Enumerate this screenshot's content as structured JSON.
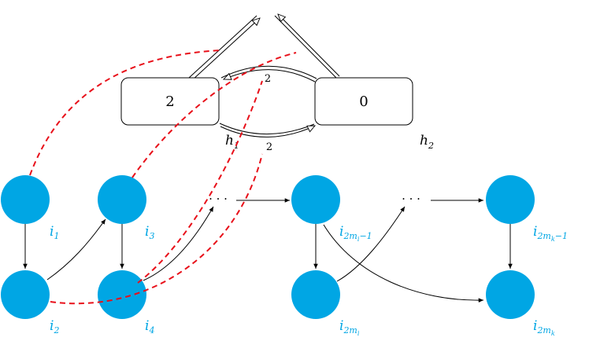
{
  "colors": {
    "node_fill": "#00a6e4",
    "node_label": "#00a6e4",
    "dashed": "#e8101a",
    "stroke": "#000000"
  },
  "boxes": [
    {
      "id": "box-left",
      "value": "2"
    },
    {
      "id": "box-right",
      "value": "0"
    }
  ],
  "heaps": {
    "h1": {
      "base": "h",
      "sub": "1"
    },
    "h2": {
      "base": "h",
      "sub": "2"
    }
  },
  "edge_labels": {
    "upper": "2",
    "lower": "2"
  },
  "nodes": [
    {
      "id": "i1",
      "base": "i",
      "sub": "1"
    },
    {
      "id": "i2",
      "base": "i",
      "sub": "2"
    },
    {
      "id": "i3",
      "base": "i",
      "sub": "3"
    },
    {
      "id": "i4",
      "base": "i",
      "sub": "4"
    },
    {
      "id": "i2mi-1",
      "base": "i",
      "sub": "2m",
      "subsub": "i",
      "tail": "−1"
    },
    {
      "id": "i2mi",
      "base": "i",
      "sub": "2m",
      "subsub": "i",
      "tail": ""
    },
    {
      "id": "i2mk-1",
      "base": "i",
      "sub": "2m",
      "subsub": "k",
      "tail": "−1"
    },
    {
      "id": "i2mk",
      "base": "i",
      "sub": "2m",
      "subsub": "k",
      "tail": ""
    }
  ],
  "ellipses": [
    "· · ·",
    "· · ·"
  ]
}
